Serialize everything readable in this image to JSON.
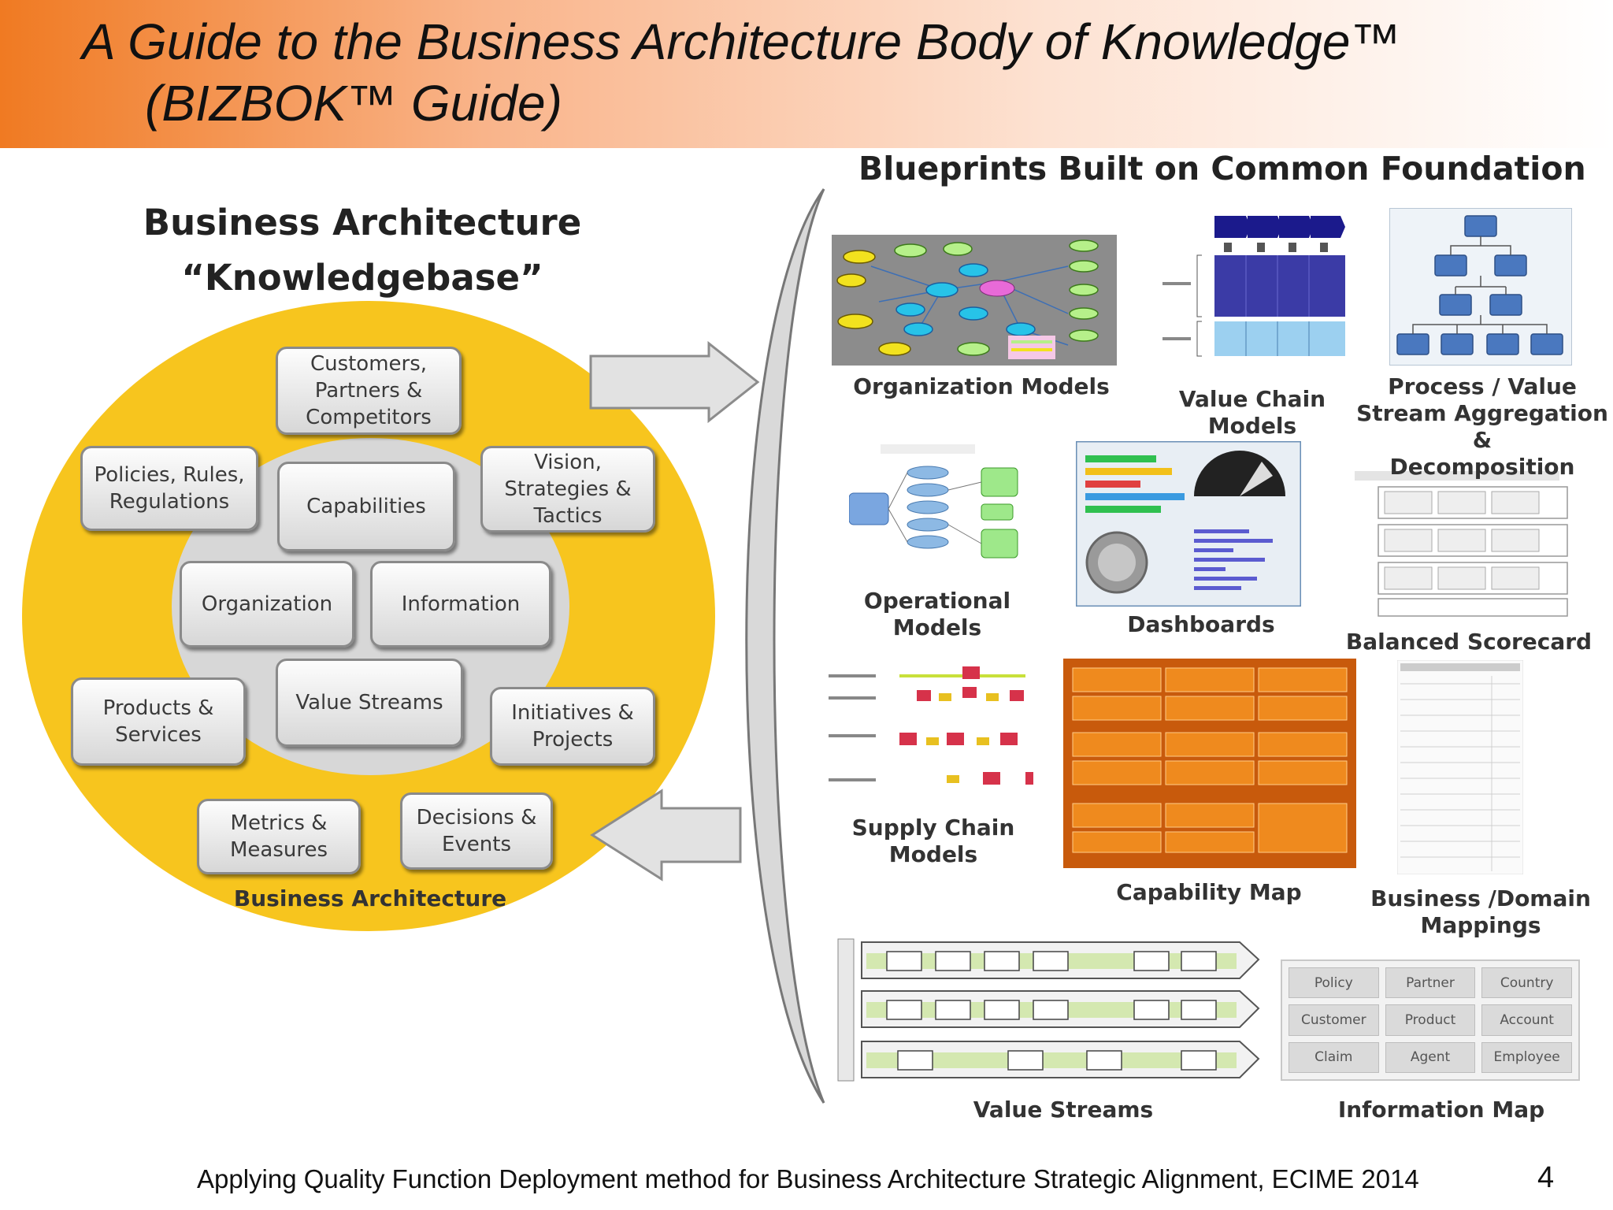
{
  "slide": {
    "title_line1": "A Guide to the Business Architecture Body of Knowledge™",
    "title_line2": "(BIZBOK™ Guide)",
    "footer": "Applying Quality Function Deployment method for Business Architecture Strategic Alignment, ECIME 2014",
    "page_number": "4",
    "header_gradient": [
      "#f07a22",
      "#fde2d2"
    ]
  },
  "knowledgebase": {
    "title_line1": "Business Architecture",
    "title_line2": "“Knowledgebase”",
    "label": "Business Architecture",
    "circle_color": "#f7c51e",
    "inner_color": "#d7d7d7",
    "boxes": {
      "customers": "Customers, Partners & Competitors",
      "policies": "Policies, Rules, Regulations",
      "capabilities": "Capabilities",
      "vision": "Vision, Strategies & Tactics",
      "organization": "Organization",
      "information": "Information",
      "products": "Products & Services",
      "value_streams": "Value Streams",
      "initiatives": "Initiatives & Projects",
      "metrics": "Metrics & Measures",
      "decisions": "Decisions & Events"
    }
  },
  "blueprints": {
    "title": "Blueprints Built on Common Foundation",
    "captions": {
      "organization_models": "Organization Models",
      "value_chain_l1": "Value Chain",
      "value_chain_l2": "Models",
      "process_l1": "Process / Value",
      "process_l2": "Stream Aggregation &",
      "process_l3": "Decomposition",
      "operational_l1": "Operational",
      "operational_l2": "Models",
      "dashboards": "Dashboards",
      "balanced_scorecard": "Balanced Scorecard",
      "supply_chain_l1": "Supply Chain",
      "supply_chain_l2": "Models",
      "capability_map": "Capability Map",
      "business_domain_l1": "Business /Domain",
      "business_domain_l2": "Mappings",
      "value_streams": "Value Streams",
      "information_map": "Information Map"
    },
    "information_map_cells": [
      "Policy",
      "Partner",
      "Country",
      "Customer",
      "Product",
      "Account",
      "Claim",
      "Agent",
      "Employee"
    ],
    "capability_map_colors": [
      "#c85a0c",
      "#ef8a1e"
    ]
  }
}
